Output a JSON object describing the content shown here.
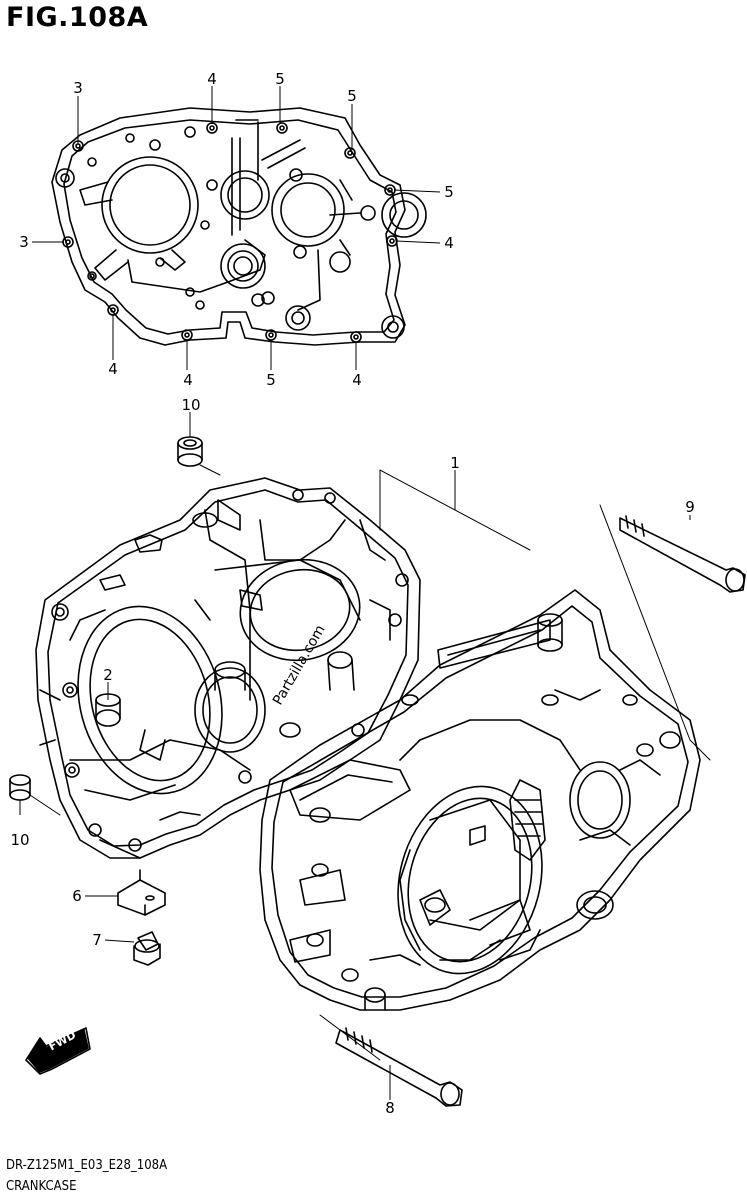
{
  "figure": {
    "title": "FIG.108A",
    "code": "DR-Z125M1_E03_E28_108A",
    "caption": "CRANKCASE",
    "watermark": "Partzilla.com",
    "fwd_label": "FWD"
  },
  "callouts": [
    {
      "id": "c3a",
      "label": "3"
    },
    {
      "id": "c4a",
      "label": "4"
    },
    {
      "id": "c5a",
      "label": "5"
    },
    {
      "id": "c5b",
      "label": "5"
    },
    {
      "id": "c5c",
      "label": "5"
    },
    {
      "id": "c3b",
      "label": "3"
    },
    {
      "id": "c4b",
      "label": "4"
    },
    {
      "id": "c4c",
      "label": "4"
    },
    {
      "id": "c4d",
      "label": "4"
    },
    {
      "id": "c5d",
      "label": "5"
    },
    {
      "id": "c4e",
      "label": "4"
    },
    {
      "id": "c10a",
      "label": "10"
    },
    {
      "id": "c1",
      "label": "1"
    },
    {
      "id": "c9",
      "label": "9"
    },
    {
      "id": "c2",
      "label": "2"
    },
    {
      "id": "c10b",
      "label": "10"
    },
    {
      "id": "c6",
      "label": "6"
    },
    {
      "id": "c7",
      "label": "7"
    },
    {
      "id": "c8",
      "label": "8"
    }
  ]
}
